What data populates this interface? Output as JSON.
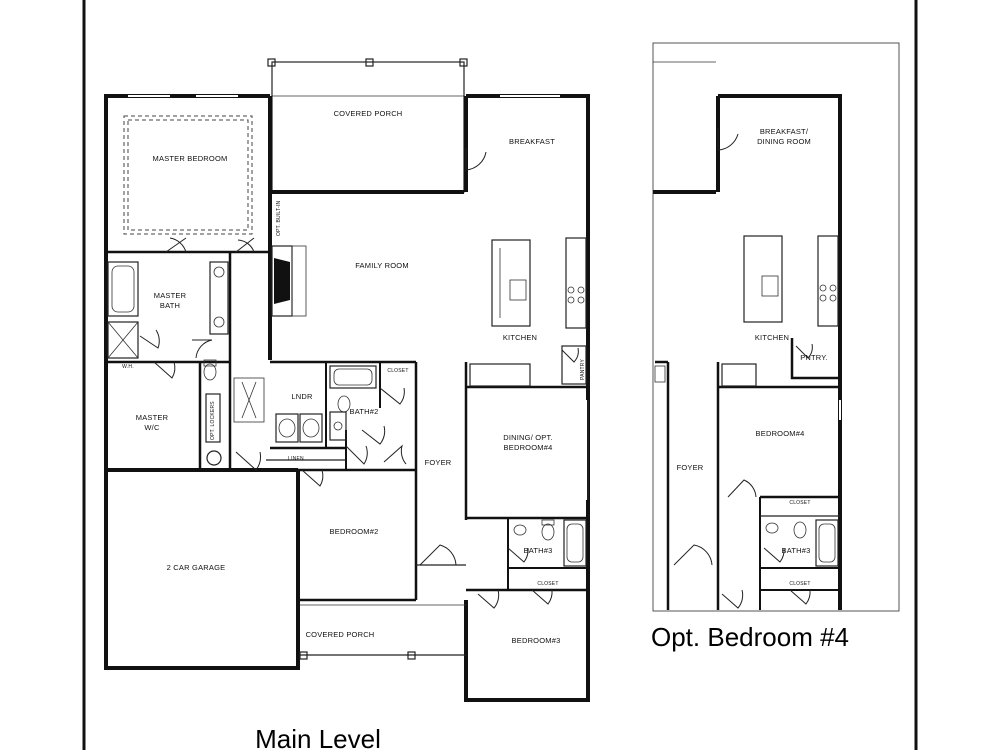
{
  "plan_main": {
    "rooms": {
      "covered_porch_rear": "COVERED PORCH",
      "breakfast": "BREAKFAST",
      "master_bedroom": "MASTER BEDROOM",
      "family_room": "FAMILY ROOM",
      "master_bath_1": "MASTER",
      "master_bath_2": "BATH",
      "kitchen": "KITCHEN",
      "lndr": "LNDR",
      "bath2": "BATH#2",
      "master_wic_1": "MASTER",
      "master_wic_2": "W/C",
      "foyer": "FOYER",
      "dining_1": "DINING/ OPT.",
      "dining_2": "BEDROOM#4",
      "bedroom2": "BEDROOM#2",
      "garage": "2 CAR GARAGE",
      "bath3": "BATH#3",
      "covered_porch_front": "COVERED PORCH",
      "bedroom3": "BEDROOM#3",
      "closet": "CLOSET",
      "pantry": "PANTRY",
      "wh": "W.H.",
      "linen": "LINEN",
      "opt_lockers": "OPT. LOCKERS",
      "opt_built_in": "OPT. BUILT-IN"
    },
    "caption": "Main Level"
  },
  "plan_opt": {
    "rooms": {
      "breakfast_1": "BREAKFAST/",
      "breakfast_2": "DINING ROOM",
      "kitchen": "KITCHEN",
      "pantry": "PNTRY.",
      "bedroom4": "BEDROOM#4",
      "foyer": "FOYER",
      "closet": "CLOSET",
      "bath3": "BATH#3"
    },
    "caption": "Opt. Bedroom #4"
  }
}
